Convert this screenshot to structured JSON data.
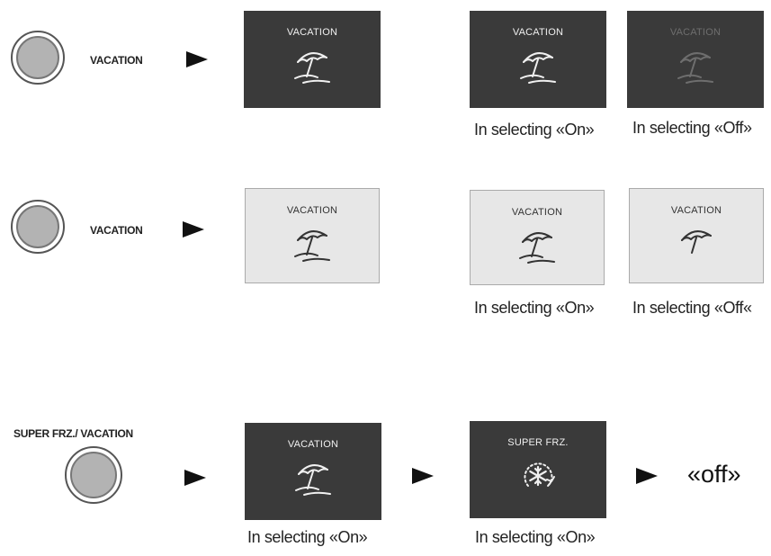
{
  "row1": {
    "button_label": "VACATION",
    "panels": [
      {
        "title": "VACATION",
        "icon": "beach-umbrella-icon"
      },
      {
        "title": "VACATION",
        "icon": "beach-umbrella-icon"
      },
      {
        "title": "VACATION",
        "icon": "beach-umbrella-icon"
      }
    ],
    "captions": [
      "In selecting «On»",
      "In selecting «Off»"
    ]
  },
  "row2": {
    "button_label": "VACATION",
    "panels": [
      {
        "title": "VACATION",
        "icon": "beach-umbrella-icon"
      },
      {
        "title": "VACATION",
        "icon": "beach-umbrella-icon"
      },
      {
        "title": "VACATION",
        "icon": "umbrella-icon"
      }
    ],
    "captions": [
      "In selecting «On»",
      "In selecting «Off«"
    ]
  },
  "row3": {
    "button_label": "SUPER FRZ./ VACATION",
    "panels": [
      {
        "title": "VACATION",
        "icon": "beach-umbrella-icon"
      },
      {
        "title": "SUPER FRZ.",
        "icon": "snowflake-cycle-icon"
      }
    ],
    "captions": [
      "In selecting «On»",
      "In selecting «On»"
    ],
    "final_state": "«off»"
  },
  "colors": {
    "dark_panel": "#3a3a3a",
    "light_panel": "#e7e7e7",
    "knob_fill": "#b3b3b3"
  }
}
